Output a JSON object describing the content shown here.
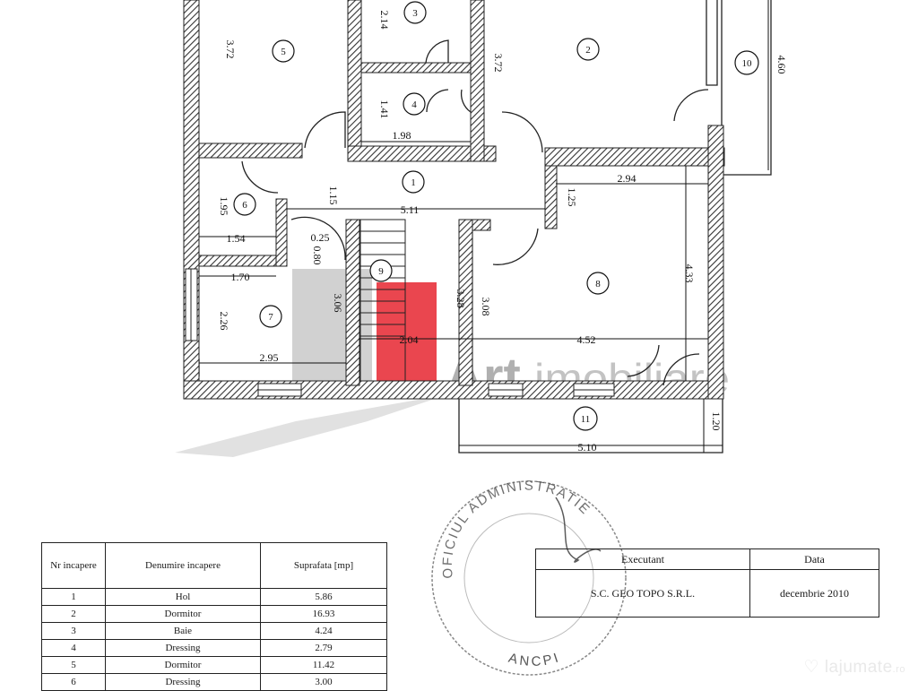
{
  "rooms": [
    "1",
    "2",
    "3",
    "4",
    "5",
    "6",
    "7",
    "8",
    "9",
    "10",
    "11"
  ],
  "dims": [
    "3.72",
    "2.14",
    "3.72",
    "1.41",
    "1.98",
    "4.60",
    "1.15",
    "5.11",
    "1.25",
    "2.94",
    "1.95",
    "1.54",
    "0.25",
    "0.80",
    "1.70",
    "3.06",
    "3.28",
    "3.08",
    "4.33",
    "2.26",
    "2.04",
    "4.52",
    "2.95",
    "1.20",
    "5.10"
  ],
  "watermark": {
    "art": "Art",
    "imobiliare": "imobiliare"
  },
  "room_table": {
    "headers": [
      "Nr incapere",
      "Denumire incapere",
      "Suprafata [mp]"
    ],
    "rows": [
      [
        "1",
        "Hol",
        "5.86"
      ],
      [
        "2",
        "Dormitor",
        "16.93"
      ],
      [
        "3",
        "Baie",
        "4.24"
      ],
      [
        "4",
        "Dressing",
        "2.79"
      ],
      [
        "5",
        "Dormitor",
        "11.42"
      ],
      [
        "6",
        "Dressing",
        "3.00"
      ]
    ]
  },
  "executor": {
    "headers": [
      "Executant",
      "Data"
    ],
    "company": "S.C. GEO TOPO S.R.L.",
    "date": "decembrie 2010"
  },
  "stamp": {
    "top": "OFICIUL ADMINISTRATIE",
    "bottom": "ANCPI"
  },
  "site_logo": {
    "name": "lajumate",
    "tld": ".ro"
  },
  "colors": {
    "wall_hatch": "#333333",
    "watermark_gray": "#b8b8b8",
    "watermark_red": "#e8323c"
  }
}
